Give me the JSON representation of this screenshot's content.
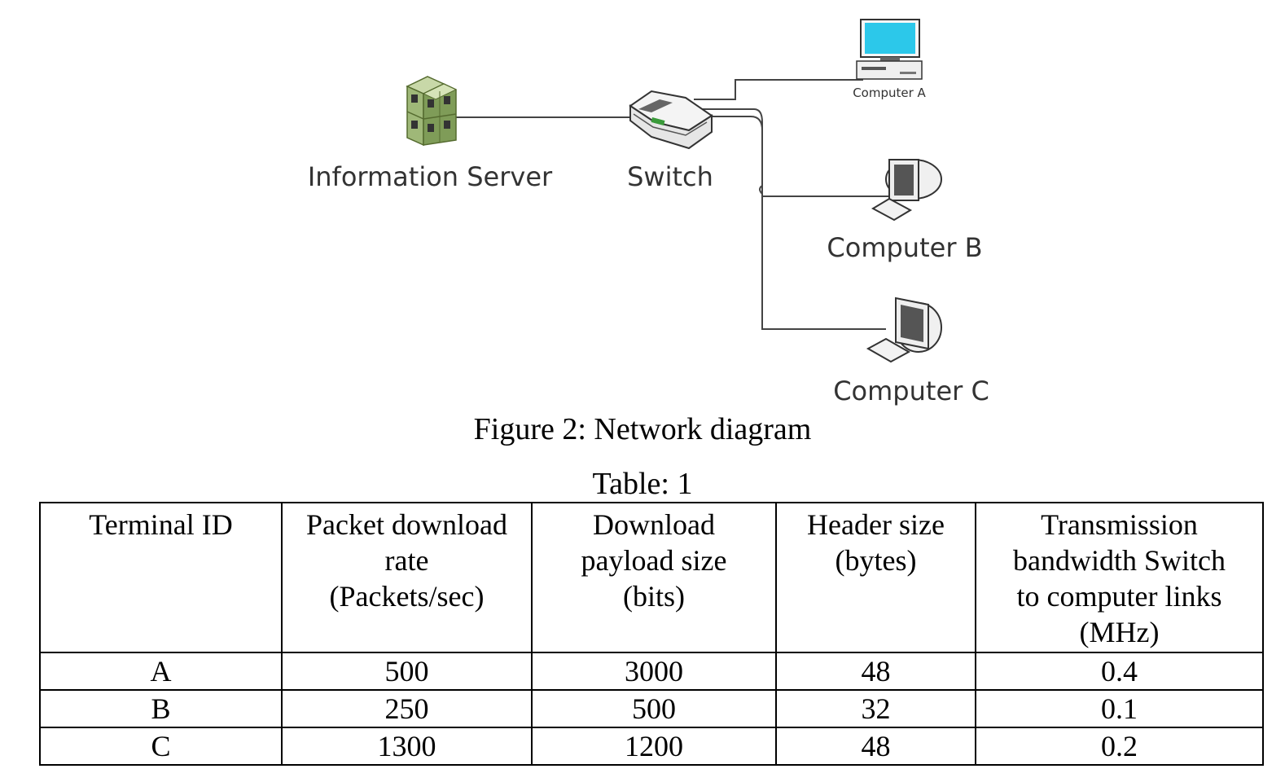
{
  "diagram": {
    "nodes": {
      "server": "Information Server",
      "switch": "Switch",
      "computer_a": "Computer A",
      "computer_b": "Computer B",
      "computer_c": "Computer C"
    }
  },
  "figure_caption": "Figure 2: Network diagram",
  "table_caption": "Table: 1",
  "table": {
    "headers": [
      [
        "Terminal ID"
      ],
      [
        "Packet download",
        "rate",
        "(Packets/sec)"
      ],
      [
        "Download",
        "payload size",
        "(bits)"
      ],
      [
        "Header size",
        "(bytes)"
      ],
      [
        "Transmission",
        "bandwidth Switch",
        "to computer links",
        "(MHz)"
      ]
    ],
    "rows": [
      [
        "A",
        "500",
        "3000",
        "48",
        "0.4"
      ],
      [
        "B",
        "250",
        "500",
        "32",
        "0.1"
      ],
      [
        "C",
        "1300",
        "1200",
        "48",
        "0.2"
      ]
    ]
  }
}
